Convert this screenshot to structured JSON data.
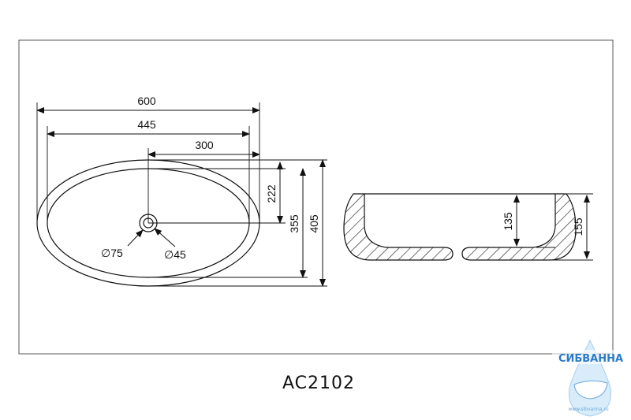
{
  "model": "AC2102",
  "dimensions": {
    "width_outer": "600",
    "width_inner": "445",
    "half_length": "300",
    "drain_offset": "222",
    "depth_inner": "355",
    "depth_outer": "405",
    "drain_outer": "∅75",
    "drain_inner": "∅45",
    "height_inner": "135",
    "height_outer": "155"
  },
  "watermark": {
    "brand": "СИБВАННА",
    "url": "www.sibvanna.ru"
  },
  "colors": {
    "line": "#111111",
    "frame": "#555555",
    "logo": "#2a7bc8"
  }
}
